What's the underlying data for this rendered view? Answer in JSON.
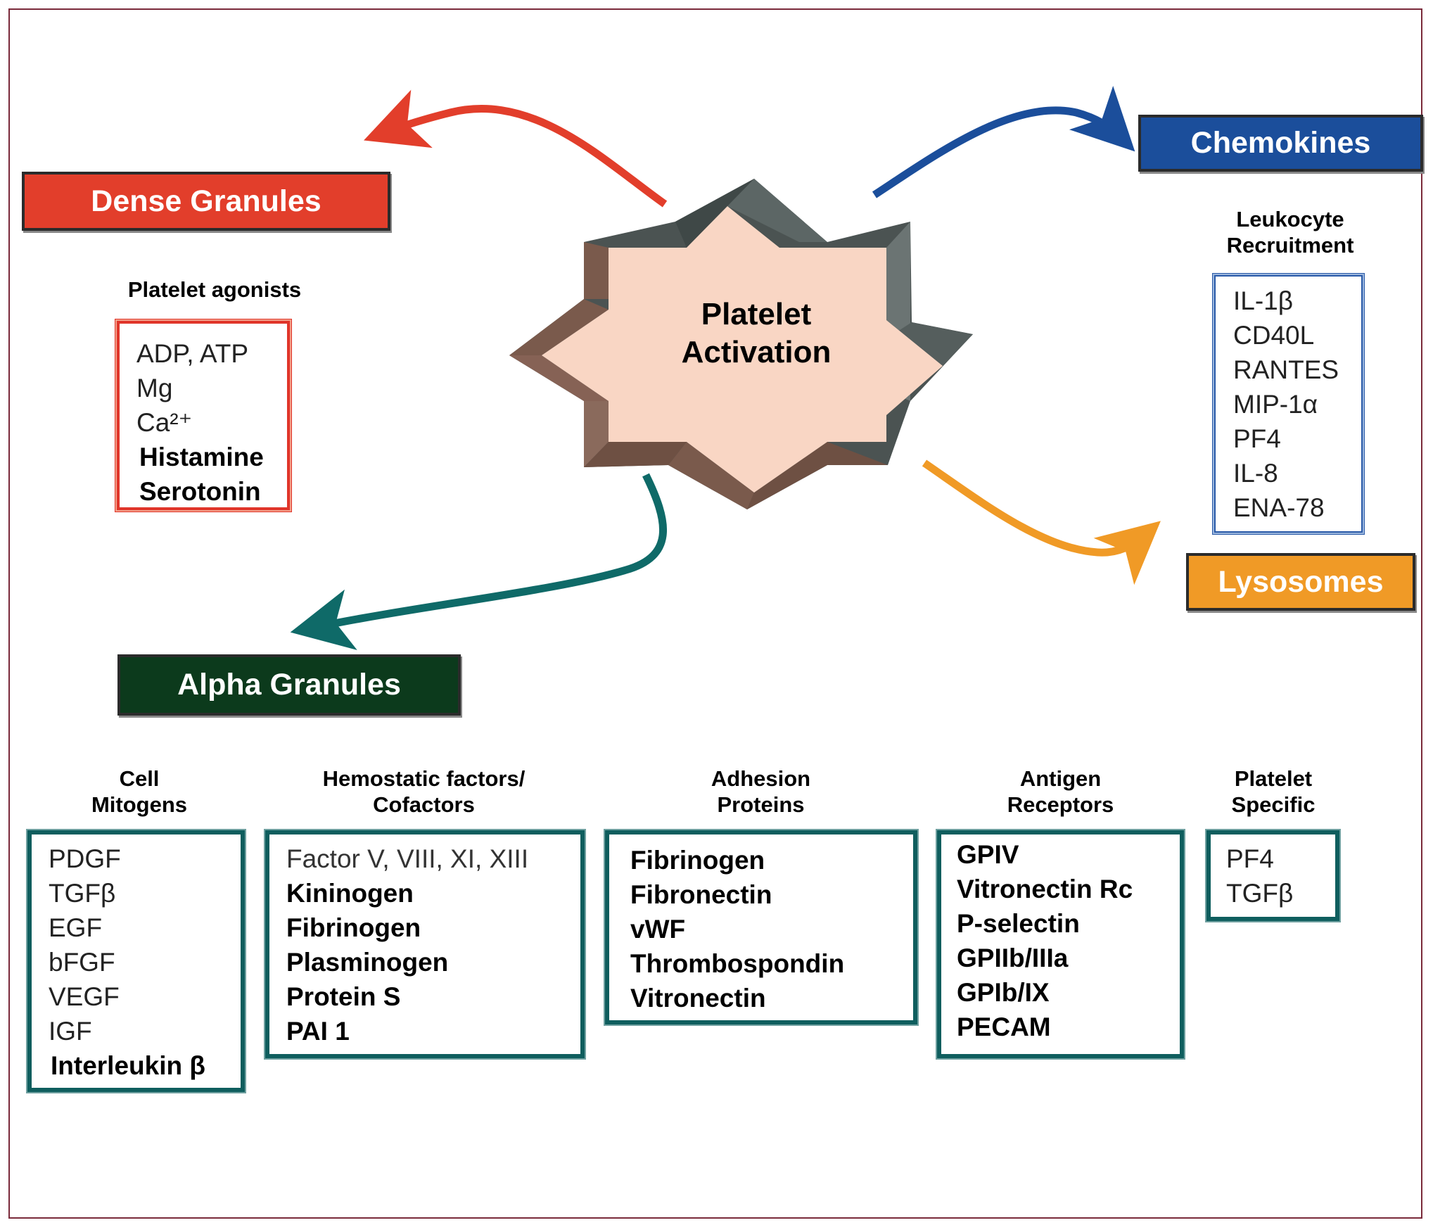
{
  "center": {
    "line1": "Platelet",
    "line2": "Activation",
    "fill_color": "#f9d6c4"
  },
  "dense_granules": {
    "title": "Dense Granules",
    "color": "#e23e2b",
    "subtitle": "Platelet agonists",
    "items": [
      "ADP, ATP",
      "Mg",
      "Ca²⁺",
      "Histamine",
      "Serotonin"
    ]
  },
  "chemokines": {
    "title": "Chemokines",
    "color": "#1b4e9b",
    "subtitle_line1": "Leukocyte",
    "subtitle_line2": "Recruitment",
    "items": [
      "IL-1β",
      "CD40L",
      "RANTES",
      "MIP-1α",
      "PF4",
      "IL-8",
      "ENA-78"
    ]
  },
  "lysosomes": {
    "title": "Lysosomes",
    "color": "#f09a26"
  },
  "alpha_granules": {
    "title": "Alpha Granules",
    "color": "#0c3a1c",
    "groups": [
      {
        "label_line1": "Cell",
        "label_line2": "Mitogens",
        "items": [
          "PDGF",
          "TGFβ",
          "EGF",
          "bFGF",
          "VEGF",
          "IGF",
          "Interleukin β"
        ]
      },
      {
        "label_line1": "Hemostatic factors/",
        "label_line2": "Cofactors",
        "items": [
          "Factor V, VIII, XI, XIII",
          "Kininogen",
          "Fibrinogen",
          "Plasminogen",
          "Protein S",
          "PAI 1"
        ]
      },
      {
        "label_line1": "Adhesion",
        "label_line2": "Proteins",
        "items": [
          "Fibrinogen",
          "Fibronectin",
          "vWF",
          "Thrombospondin",
          "Vitronectin"
        ]
      },
      {
        "label_line1": "Antigen",
        "label_line2": "Receptors",
        "items": [
          "GPIV",
          "Vitronectin Rc",
          "P-selectin",
          "GPIIb/IIIa",
          "GPIb/IX",
          "PECAM"
        ]
      },
      {
        "label_line1": "Platelet",
        "label_line2": "Specific",
        "items": [
          "PF4",
          "TGFβ"
        ]
      }
    ]
  },
  "arrows": [
    {
      "name": "to-dense-granules",
      "color": "#e23e2b"
    },
    {
      "name": "to-chemokines",
      "color": "#1b4e9b"
    },
    {
      "name": "to-lysosomes",
      "color": "#f09a26"
    },
    {
      "name": "to-alpha-granules",
      "color": "#0f6a68"
    }
  ]
}
